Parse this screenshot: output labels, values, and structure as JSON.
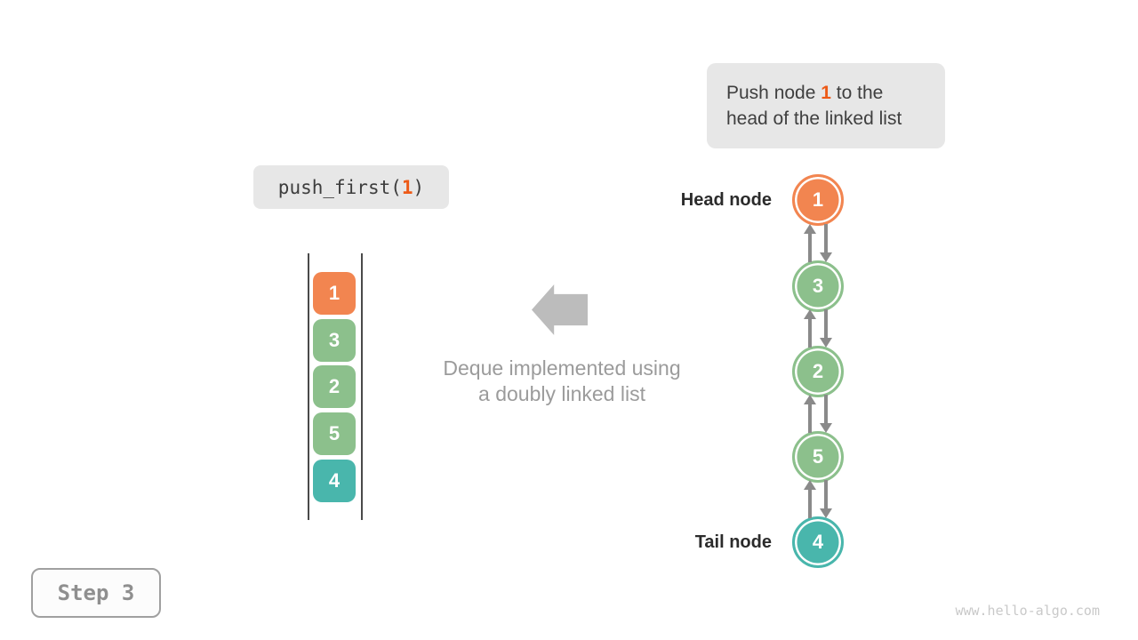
{
  "callout": {
    "line1_prefix": "Push node ",
    "line1_value": "1",
    "line1_suffix": " to the",
    "line2": "head of the linked list"
  },
  "code_label": {
    "prefix": "push_first(",
    "value": "1",
    "suffix": ")"
  },
  "stack": {
    "items": [
      {
        "value": "1",
        "color": "#F28550"
      },
      {
        "value": "3",
        "color": "#8CC08C"
      },
      {
        "value": "2",
        "color": "#8CC08C"
      },
      {
        "value": "5",
        "color": "#8CC08C"
      },
      {
        "value": "4",
        "color": "#49B6AC"
      }
    ]
  },
  "transition": {
    "arrow_icon": "left-block-arrow",
    "caption_line1": "Deque implemented using",
    "caption_line2": "a doubly linked list"
  },
  "linked_list": {
    "head_label": "Head node",
    "tail_label": "Tail node",
    "nodes": [
      {
        "value": "1",
        "color": "#F28550"
      },
      {
        "value": "3",
        "color": "#8CC08C"
      },
      {
        "value": "2",
        "color": "#8CC08C"
      },
      {
        "value": "5",
        "color": "#8CC08C"
      },
      {
        "value": "4",
        "color": "#49B6AC"
      }
    ]
  },
  "step_badge": {
    "label": "Step 3"
  },
  "watermark": "www.hello-algo.com",
  "colors": {
    "highlight": "#ED5A17",
    "pointer_arrow": "#8A8A8A",
    "block_arrow": "#BCBCBC",
    "label_box_bg": "#E7E7E7"
  }
}
